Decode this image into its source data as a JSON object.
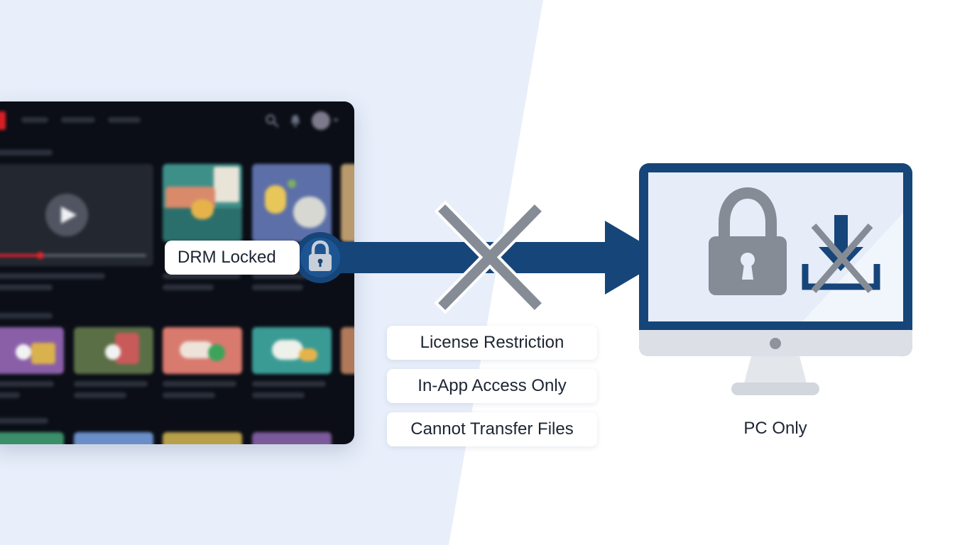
{
  "labels": {
    "drm": "DRM Locked",
    "restrictions": [
      "License Restriction",
      "In-App Access Only",
      "Cannot Transfer Files"
    ],
    "device_caption": "PC Only"
  },
  "icons": [
    "padlock-icon",
    "blocked-cross-icon",
    "arrow-right-icon",
    "monitor-icon",
    "blocked-download-icon",
    "play-icon",
    "search-icon",
    "bell-icon",
    "avatar"
  ],
  "colors": {
    "navy": "#16457a",
    "gray": "#868c96",
    "panel_bg": "#e8effb",
    "app_bg": "#0b0e16",
    "brand_red": "#d81f26",
    "progress_red": "#e0252b"
  }
}
